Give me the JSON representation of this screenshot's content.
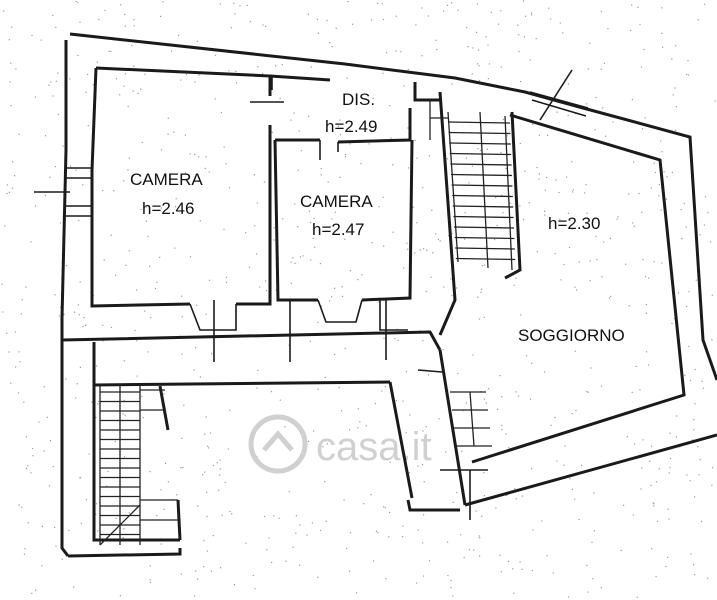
{
  "rooms": {
    "camera_left": {
      "name": "CAMERA",
      "height": "h=2.46"
    },
    "camera_center": {
      "name": "CAMERA",
      "height": "h=2.47"
    },
    "dis": {
      "name": "DIS.",
      "height": "h=2.49"
    },
    "soggiorno": {
      "name": "SOGGIORNO",
      "height": "h=2.30"
    }
  },
  "watermark": {
    "text": "casa.it"
  },
  "colors": {
    "wall": "#1a1a1a",
    "paper": "#ffffff",
    "watermark": "#d0d0d0"
  }
}
